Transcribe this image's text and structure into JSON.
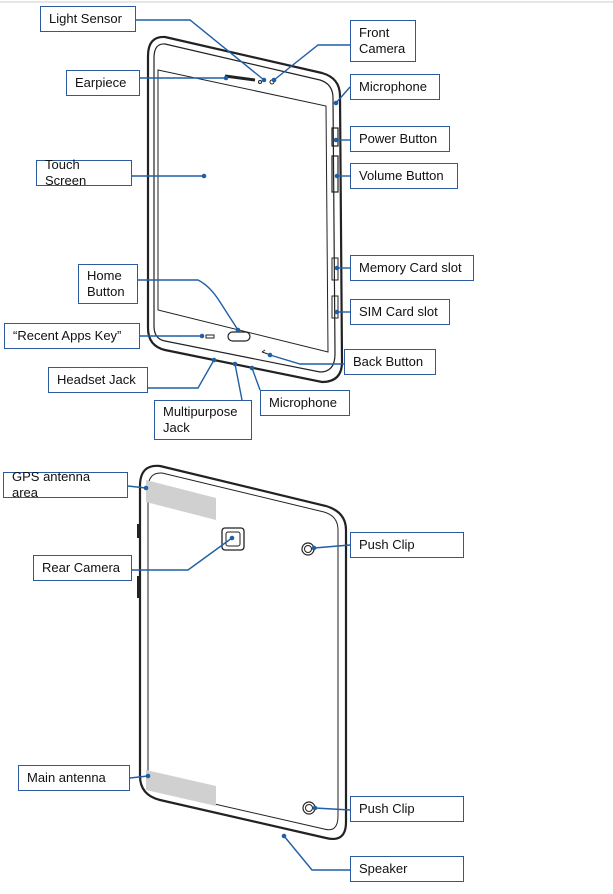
{
  "front": {
    "light_sensor": "Light Sensor",
    "front_camera": "Front\nCamera",
    "earpiece": "Earpiece",
    "microphone_top": "Microphone",
    "power_button": "Power Button",
    "touch_screen": "Touch Screen",
    "volume_button": "Volume Button",
    "memory_card_slot": "Memory Card slot",
    "home_button": "Home\nButton",
    "sim_card_slot": "SIM Card  slot",
    "recent_apps_key": "“Recent Apps Key”",
    "back_button": "Back Button",
    "headset_jack": "Headset Jack",
    "multipurpose_jack": "Multipurpose\nJack",
    "microphone_bottom": "Microphone"
  },
  "back": {
    "gps_antenna_area": "GPS antenna area",
    "rear_camera": "Rear Camera",
    "push_clip_top": "Push Clip",
    "main_antenna": "Main antenna",
    "push_clip_bottom": "Push Clip",
    "speaker": "Speaker"
  },
  "colors": {
    "leader": "#1f5fa6",
    "label_border": "#2c5aa0",
    "antenna": "#d0d0d0"
  }
}
